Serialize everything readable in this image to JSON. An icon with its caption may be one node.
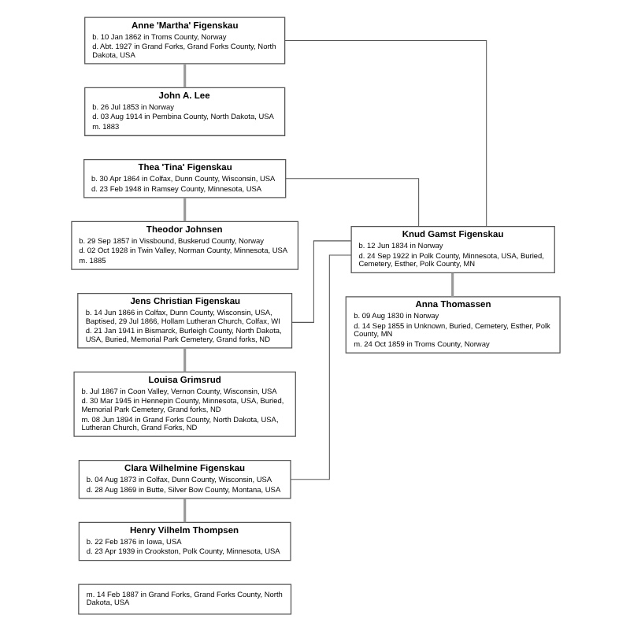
{
  "diagram": {
    "nodes": [
      {
        "text": [
          "m. 14 Feb 1887 in Grand Forks, Grand Forks County, North Dakota, USA"
        ]
      },
      {
        "text": [
          "Anne 'Martha' Figenskau",
          "b. 10 Jan 1862 in Troms County, Norway",
          "d. Abt. 1927 in Grand Forks, Grand Forks County, North Dakota, USA"
        ]
      },
      {
        "text": [
          "John A. Lee",
          "b. 26 Jul 1853 in Norway",
          "d. 03 Aug 1914 in Pembina County, North Dakota, USA",
          "m. 1883"
        ]
      },
      {
        "text": [
          "Thea 'Tina' Figenskau",
          "b. 30 Apr 1864 in Colfax, Dunn County, Wisconsin, USA",
          "d. 23 Feb 1948 in Ramsey County, Minnesota, USA"
        ]
      },
      {
        "text": [
          "Theodor Johnsen",
          "b. 29 Sep 1857 in Vissbound, Buskerud County, Norway",
          "d. 02 Oct 1928 in Twin Valley, Norman County, Minnesota, USA",
          "m. 1885"
        ]
      },
      {
        "text": [
          "Jens Christian Figenskau",
          "b. 14 Jun 1866 in Colfax, Dunn County, Wisconsin, USA, Baptised, 29 Jul 1866, Hollam Lutheran Church, Colfax, WI",
          "d. 21 Jan 1941 in Bismarck, Burleigh County, North Dakota, USA, Buried, Memorial Park Cemetery, Grand forks, ND"
        ]
      },
      {
        "text": [
          "Louisa Grimsrud",
          "b. Jul 1867 in Coon Valley, Vernon County, Wisconsin, USA",
          "d. 30 Mar 1945 in Hennepin County, Minnesota, USA, Buried, Memorial Park Cemetery, Grand forks, ND",
          "m. 08 Jun 1894 in Grand Forks County, North Dakota, USA, Lutheran Church, Grand Forks, ND"
        ]
      },
      {
        "text": [
          "Clara Wilhelmine Figenskau",
          "b. 04 Aug 1873 in Colfax, Dunn County, Wisconsin, USA",
          "d. 28 Aug 1869 in Butte, Silver Bow County, Montana, USA"
        ]
      },
      {
        "text": [
          "Henry Vilhelm Thompsen",
          "b. 22 Feb 1876 in Iowa, USA",
          "d. 23 Apr 1939 in Crookston, Polk County, Minnesota, USA"
        ]
      },
      {
        "text": [
          "Knud Gamst Figenskau",
          "b. 12 Jun 1834 in Norway",
          "d. 24 Sep 1922 in Polk County, Minnesota, USA, Buried, Cemetery, Esther, Polk County, MN"
        ]
      },
      {
        "text": [
          "Anna Thomassen",
          "b. 09 Aug 1830 in Norway",
          "d. 14 Sep 1855 in Unknown, Buried, Cemetery, Esther, Polk County, MN",
          "m. 24 Oct 1859 in Troms County, Norway"
        ]
      }
    ],
    "edges": [
      {
        "from": 1,
        "to": 2,
        "arrow": "none",
        "color": "#999999"
      },
      {
        "from": 3,
        "to": 4,
        "arrow": "none",
        "color": "#999999"
      },
      {
        "from": 5,
        "to": 6,
        "arrow": "none",
        "color": "#999999"
      },
      {
        "from": 7,
        "to": 8,
        "arrow": "none",
        "color": "#999999"
      },
      {
        "from": 9,
        "to": 10,
        "arrow": "none",
        "color": "#999999"
      },
      {
        "from": 9,
        "to": 1,
        "arrow": "none"
      },
      {
        "from": 9,
        "to": 3,
        "arrow": "none"
      },
      {
        "from": 9,
        "to": 5,
        "arrow": "none"
      },
      {
        "from": 9,
        "to": 7,
        "arrow": "none"
      }
    ]
  }
}
